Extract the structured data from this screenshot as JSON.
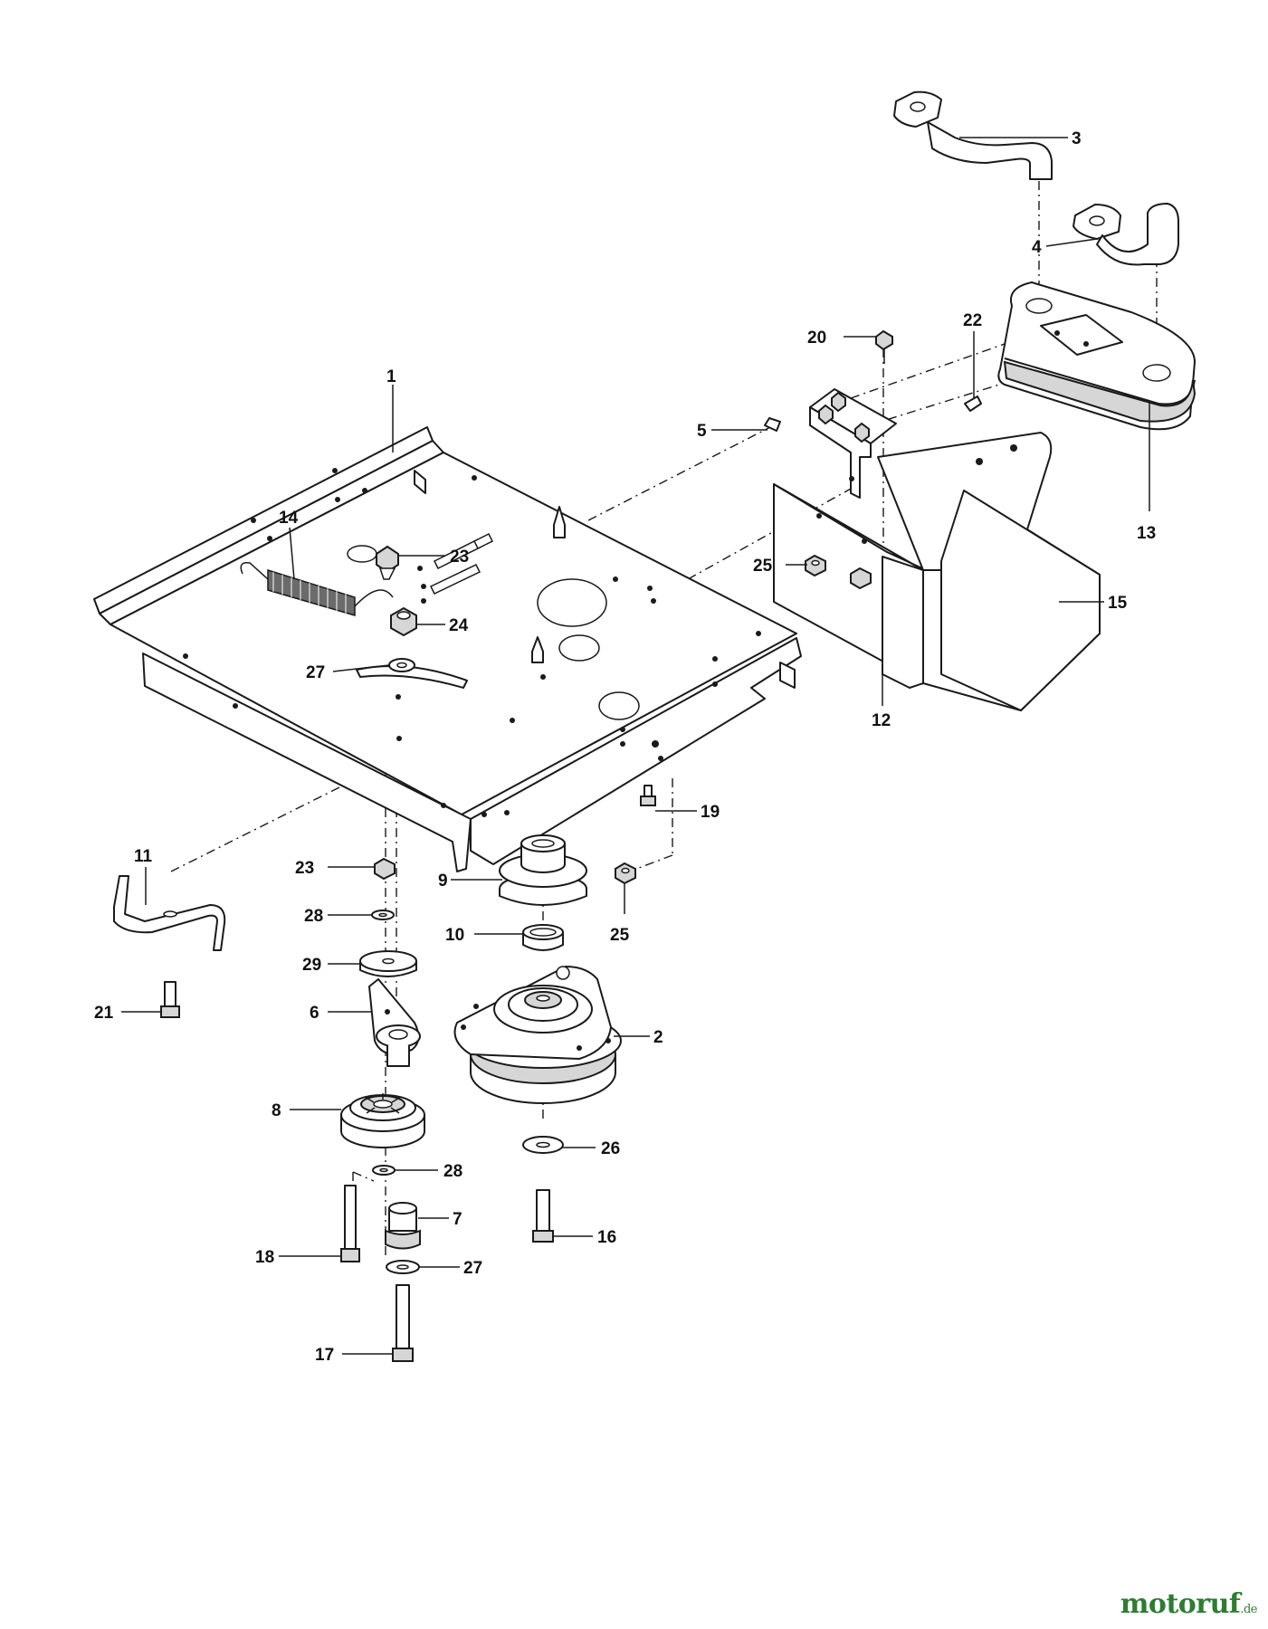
{
  "callouts": {
    "c1": "1",
    "c2": "2",
    "c3": "3",
    "c4": "4",
    "c5": "5",
    "c6": "6",
    "c7": "7",
    "c8": "8",
    "c9": "9",
    "c10": "10",
    "c11": "11",
    "c12": "12",
    "c13": "13",
    "c14": "14",
    "c15": "15",
    "c16": "16",
    "c17": "17",
    "c18": "18",
    "c19": "19",
    "c20": "20",
    "c21": "21",
    "c22": "22",
    "c23a": "23",
    "c23b": "23",
    "c24": "24",
    "c25a": "25",
    "c25b": "25",
    "c26": "26",
    "c27a": "27",
    "c27b": "27",
    "c28a": "28",
    "c28b": "28",
    "c29": "29"
  },
  "watermark": {
    "name": "motoruf",
    "tld": ".de",
    "color": "#2e7d32"
  }
}
